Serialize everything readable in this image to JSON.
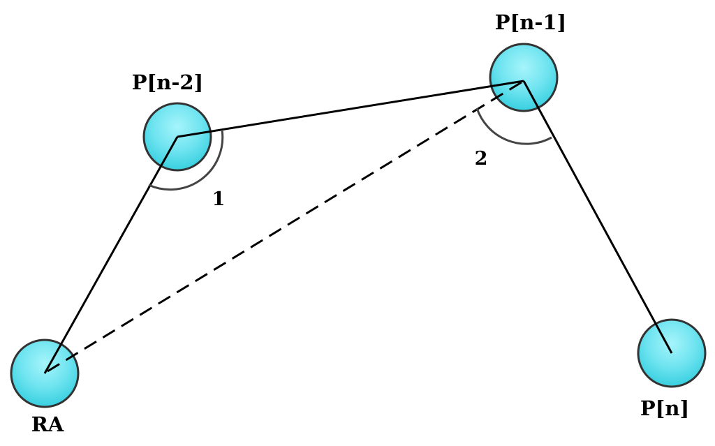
{
  "diagram": {
    "nodes": [
      {
        "id": "ra",
        "label": "RA"
      },
      {
        "id": "pn2",
        "label": "P[n-2]"
      },
      {
        "id": "pn1",
        "label": "P[n-1]"
      },
      {
        "id": "pn",
        "label": "P[n]"
      }
    ],
    "angle_labels": {
      "angle1": "1",
      "angle2": "2"
    },
    "colors": {
      "node_light": "#a6f4fb",
      "node_mid": "#6fe4f0",
      "node_dark": "#38cfe0",
      "node_outline": "#333333",
      "edge": "#000000",
      "arc": "#444444"
    }
  }
}
